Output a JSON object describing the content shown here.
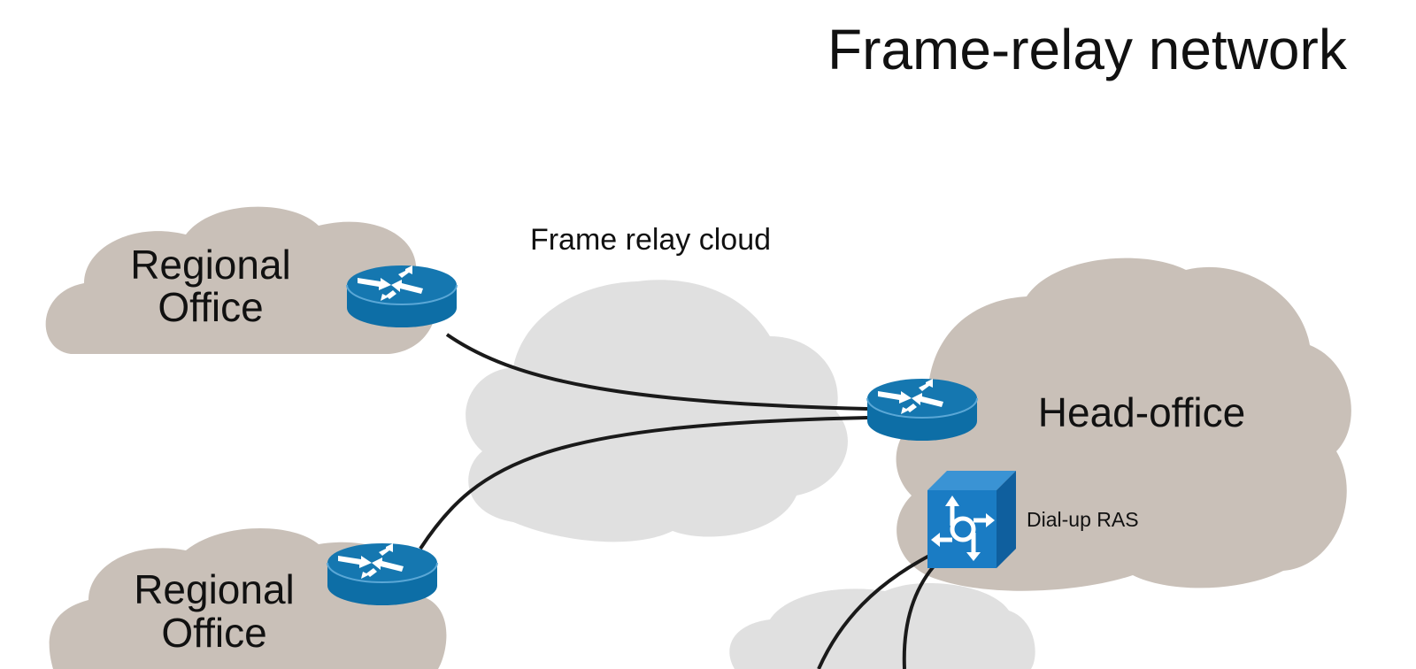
{
  "title": "Frame-relay network",
  "colors": {
    "office_cloud": "#c9c0b8",
    "relay_cloud": "#e0e0e0",
    "router_blue": "#0d6ea6",
    "ras_blue": "#1a7cc4",
    "link": "#1a1a1a"
  },
  "clouds": {
    "regional_office_1": {
      "line1": "Regional",
      "line2": "Office"
    },
    "regional_office_2": {
      "line1": "Regional",
      "line2": "Office"
    },
    "head_office": {
      "label": "Head-office"
    },
    "frame_relay": {
      "label": "Frame relay cloud"
    }
  },
  "devices": {
    "router_regional_1": {
      "icon": "router-icon"
    },
    "router_regional_2": {
      "icon": "router-icon"
    },
    "router_head_office": {
      "icon": "router-icon"
    },
    "dialup_ras": {
      "icon": "access-server-icon",
      "label": "Dial-up RAS"
    }
  }
}
